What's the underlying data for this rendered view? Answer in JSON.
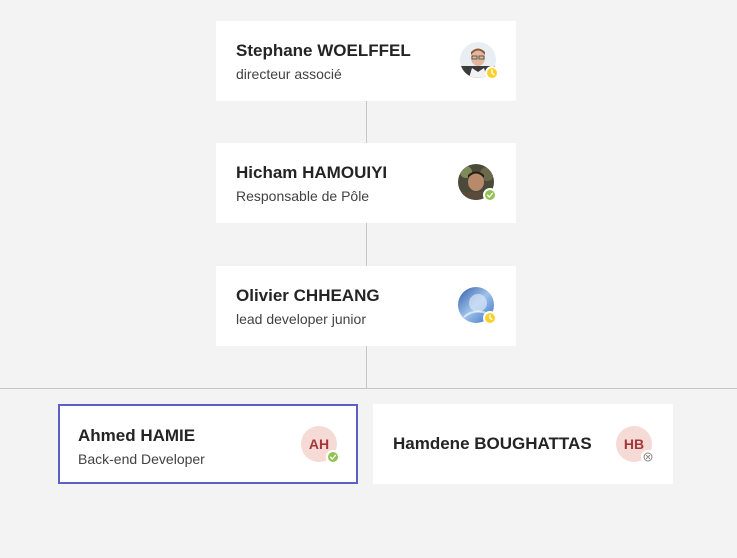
{
  "people": [
    {
      "name": "Stephane WOELFFEL",
      "role": "directeur associé",
      "presence": "away"
    },
    {
      "name": "Hicham HAMOUIYI",
      "role": "Responsable de Pôle",
      "presence": "available"
    },
    {
      "name": "Olivier CHHEANG",
      "role": "lead developer junior",
      "presence": "away"
    },
    {
      "name": "Ahmed HAMIE",
      "role": "Back-end Developer",
      "initials": "AH",
      "presence": "available"
    },
    {
      "name": "Hamdene BOUGHATTAS",
      "role": "",
      "initials": "HB",
      "presence": "offline"
    }
  ],
  "colors": {
    "away": "#f8d22a",
    "available": "#92c353",
    "offline": "#8a8886",
    "selected_border": "#5b5fc7",
    "initials_bg": "#f6dad5",
    "initials_fg": "#a4373a"
  }
}
